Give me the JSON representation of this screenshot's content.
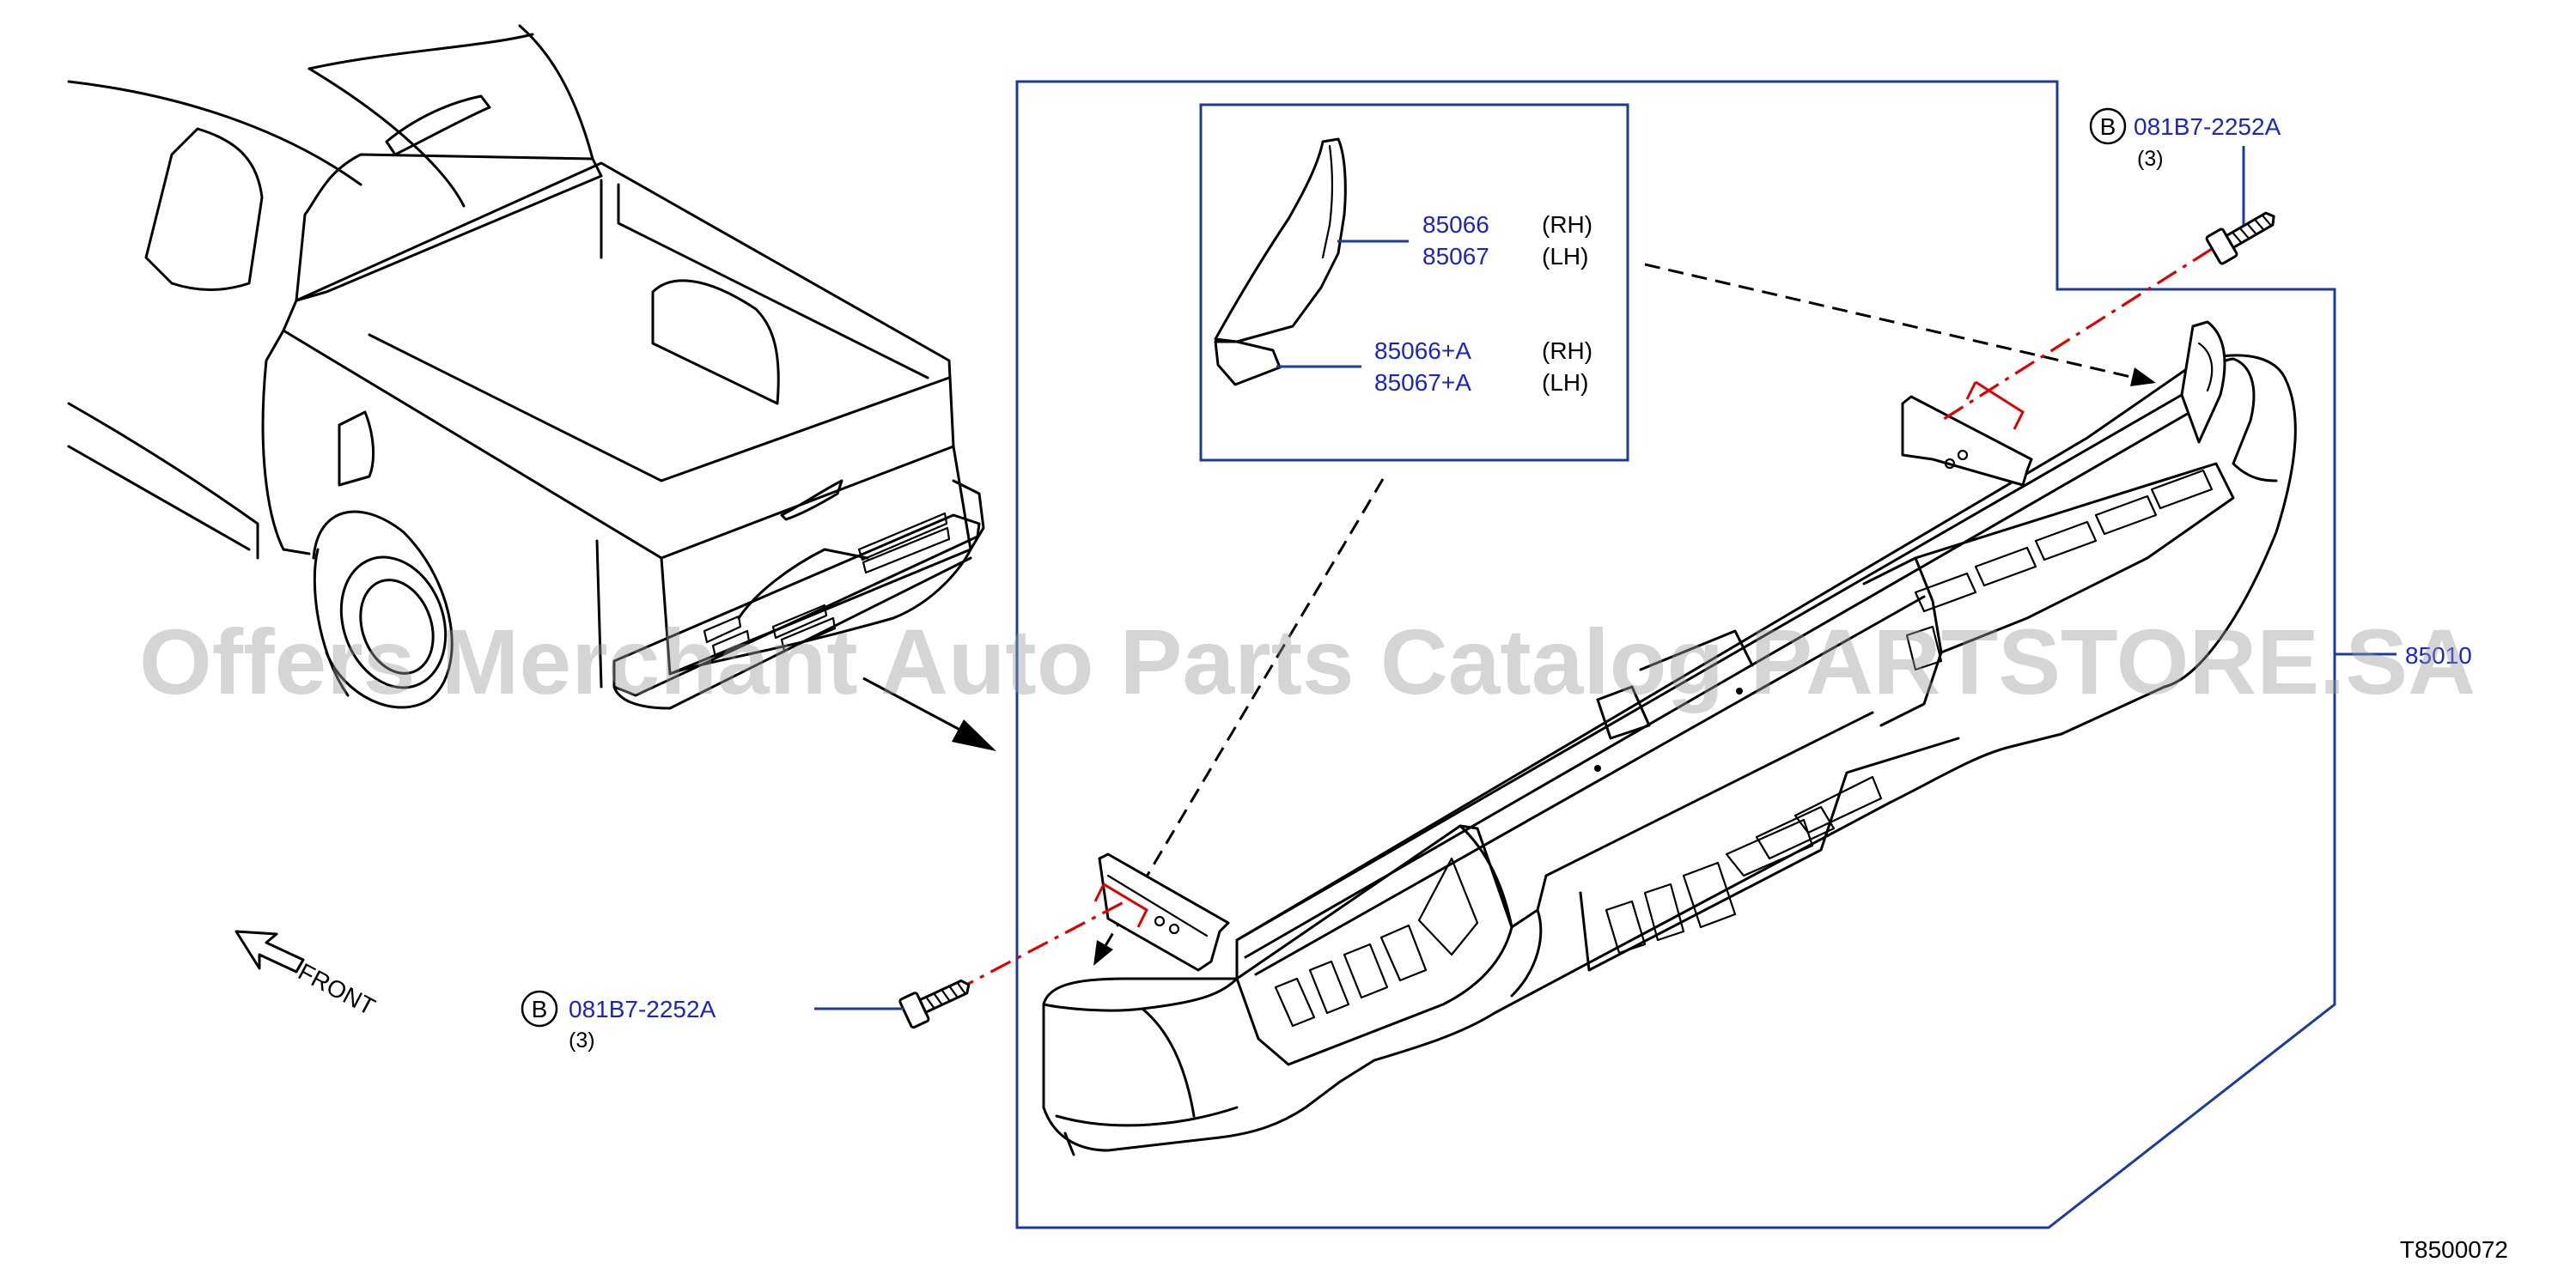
{
  "callouts": {
    "bolt_top": {
      "badge": "B",
      "part_no": "081B7-2252A",
      "qty": "(3)"
    },
    "bolt_bottom": {
      "badge": "B",
      "part_no": "081B7-2252A",
      "qty": "(3)"
    },
    "bumper": {
      "part_no": "85010"
    },
    "inset_part_1": {
      "part_rh": "85066",
      "side_rh": "(RH)",
      "part_lh": "85067",
      "side_lh": "(LH)"
    },
    "inset_part_2": {
      "part_rh": "85066+A",
      "side_rh": "(RH)",
      "part_lh": "85067+A",
      "side_lh": "(LH)"
    }
  },
  "direction_label": "FRONT",
  "diagram_code": "T8500072",
  "watermark": "Offers Merchant Auto Parts Catalog PARTSTORE.SA",
  "colors": {
    "frame": "#1b3c9c",
    "part_number": "#1a25c8",
    "alignment_line": "#e10000",
    "line_art": "#000000"
  }
}
